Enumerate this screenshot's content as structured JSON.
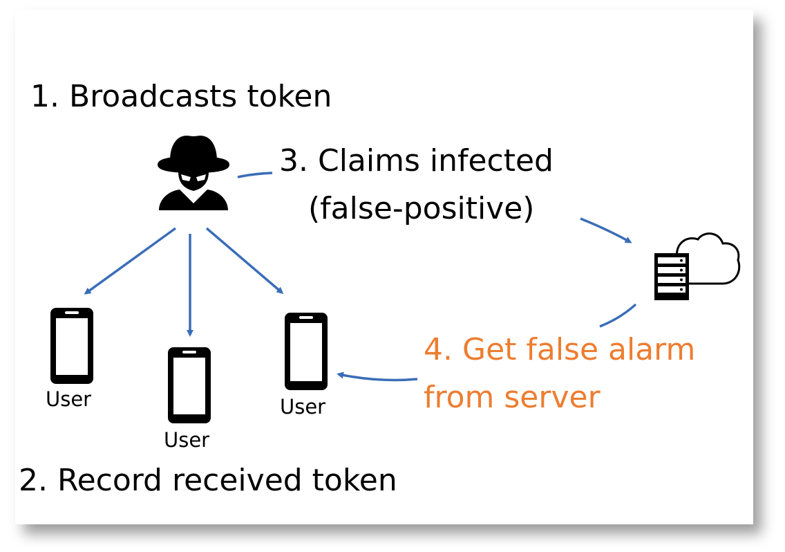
{
  "diagram": {
    "steps": {
      "broadcast": "1. Broadcasts token",
      "record": "2. Record received token",
      "claim_line1": "3. Claims infected",
      "claim_line2": "(false-positive)",
      "alarm_line1": "4. Get false alarm",
      "alarm_line2": "from server"
    },
    "users": [
      "User",
      "User",
      "User"
    ],
    "icons": {
      "attacker": "spy-icon",
      "device": "smartphone-icon",
      "server": "cloud-server-icon"
    },
    "colors": {
      "arrow": "#3A6DB8",
      "alarm_text": "#ED7D31",
      "text": "#000000",
      "icon": "#000000"
    }
  }
}
